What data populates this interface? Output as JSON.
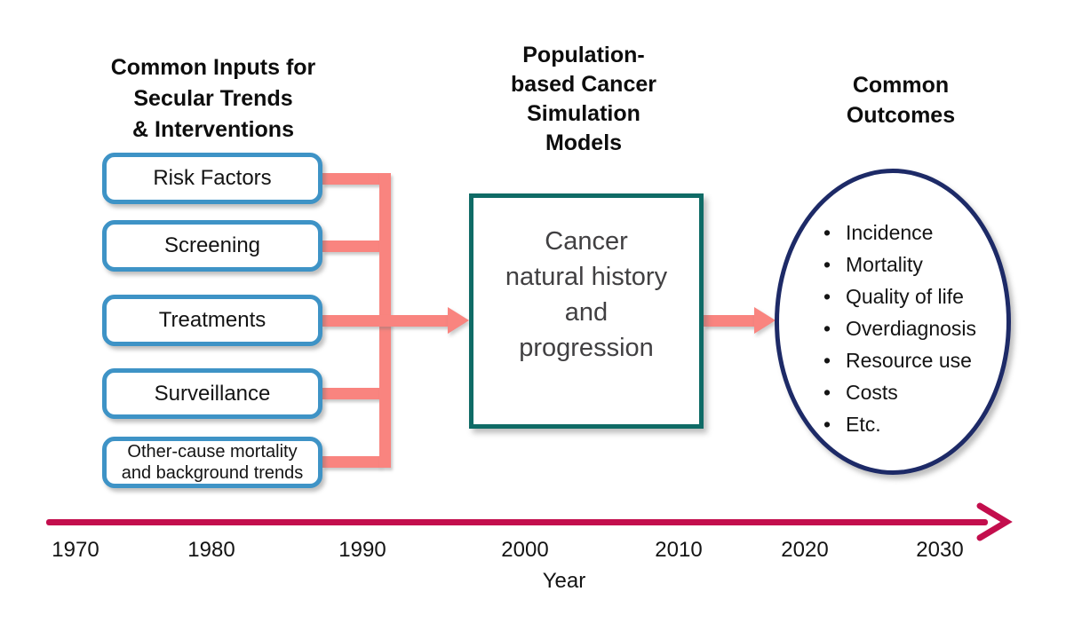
{
  "inputs": {
    "header": "Common Inputs for\nSecular Trends\n& Interventions",
    "boxes": [
      {
        "label": "Risk Factors"
      },
      {
        "label": "Screening"
      },
      {
        "label": "Treatments"
      },
      {
        "label": "Surveillance"
      },
      {
        "label": "Other-cause mortality\nand background trends"
      }
    ]
  },
  "model": {
    "header": "Population-\nbased Cancer\nSimulation\nModels",
    "box_label": "Cancer\nnatural history\nand\nprogression"
  },
  "outcomes": {
    "header": "Common\nOutcomes",
    "items": [
      "Incidence",
      "Mortality",
      "Quality of life",
      "Overdiagnosis",
      "Resource use",
      "Costs",
      "Etc."
    ]
  },
  "timeline": {
    "years": [
      "1970",
      "1980",
      "1990",
      "2000",
      "2010",
      "2020",
      "2030"
    ],
    "axis_label": "Year"
  },
  "colors": {
    "input_box_border": "#3e93c6",
    "connector_pink": "#f9847f",
    "model_box_border": "#0f6b66",
    "outcomes_border": "#1d2a67",
    "axis_crimson": "#c30e4d",
    "model_text": "#414042"
  }
}
